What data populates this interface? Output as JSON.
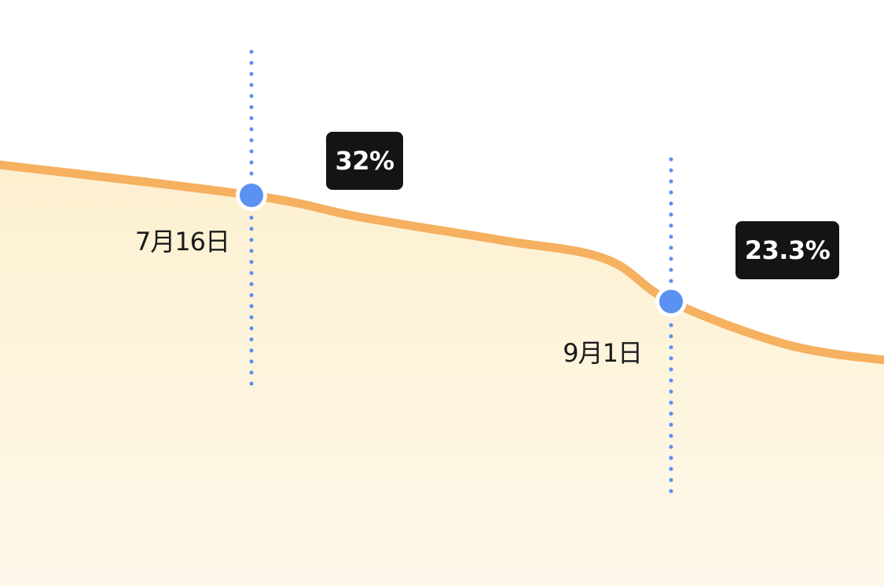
{
  "chart_data": {
    "type": "area",
    "x": [
      "",
      "7月16日",
      "",
      "",
      "",
      "9月1日",
      "",
      ""
    ],
    "values": [
      34.5,
      32,
      30.2,
      28.3,
      26.8,
      23.3,
      19.8,
      18.5
    ],
    "ylim": [
      0,
      48
    ],
    "grid": false,
    "markers": [
      {
        "x": "7月16日",
        "value": 32,
        "value_label": "32%",
        "date_label": "7月16日"
      },
      {
        "x": "9月1日",
        "value": 23.3,
        "value_label": "23.3%",
        "date_label": "9月1日"
      }
    ],
    "colors": {
      "line": "#f5b060",
      "fill_top": "#fdf0d0",
      "fill_bottom": "#fdf8ea",
      "marker": "#5b91f0",
      "marker_ring": "#ffffff",
      "guide": "#5b91f0",
      "badge_bg": "#141414",
      "badge_text": "#ffffff"
    }
  }
}
